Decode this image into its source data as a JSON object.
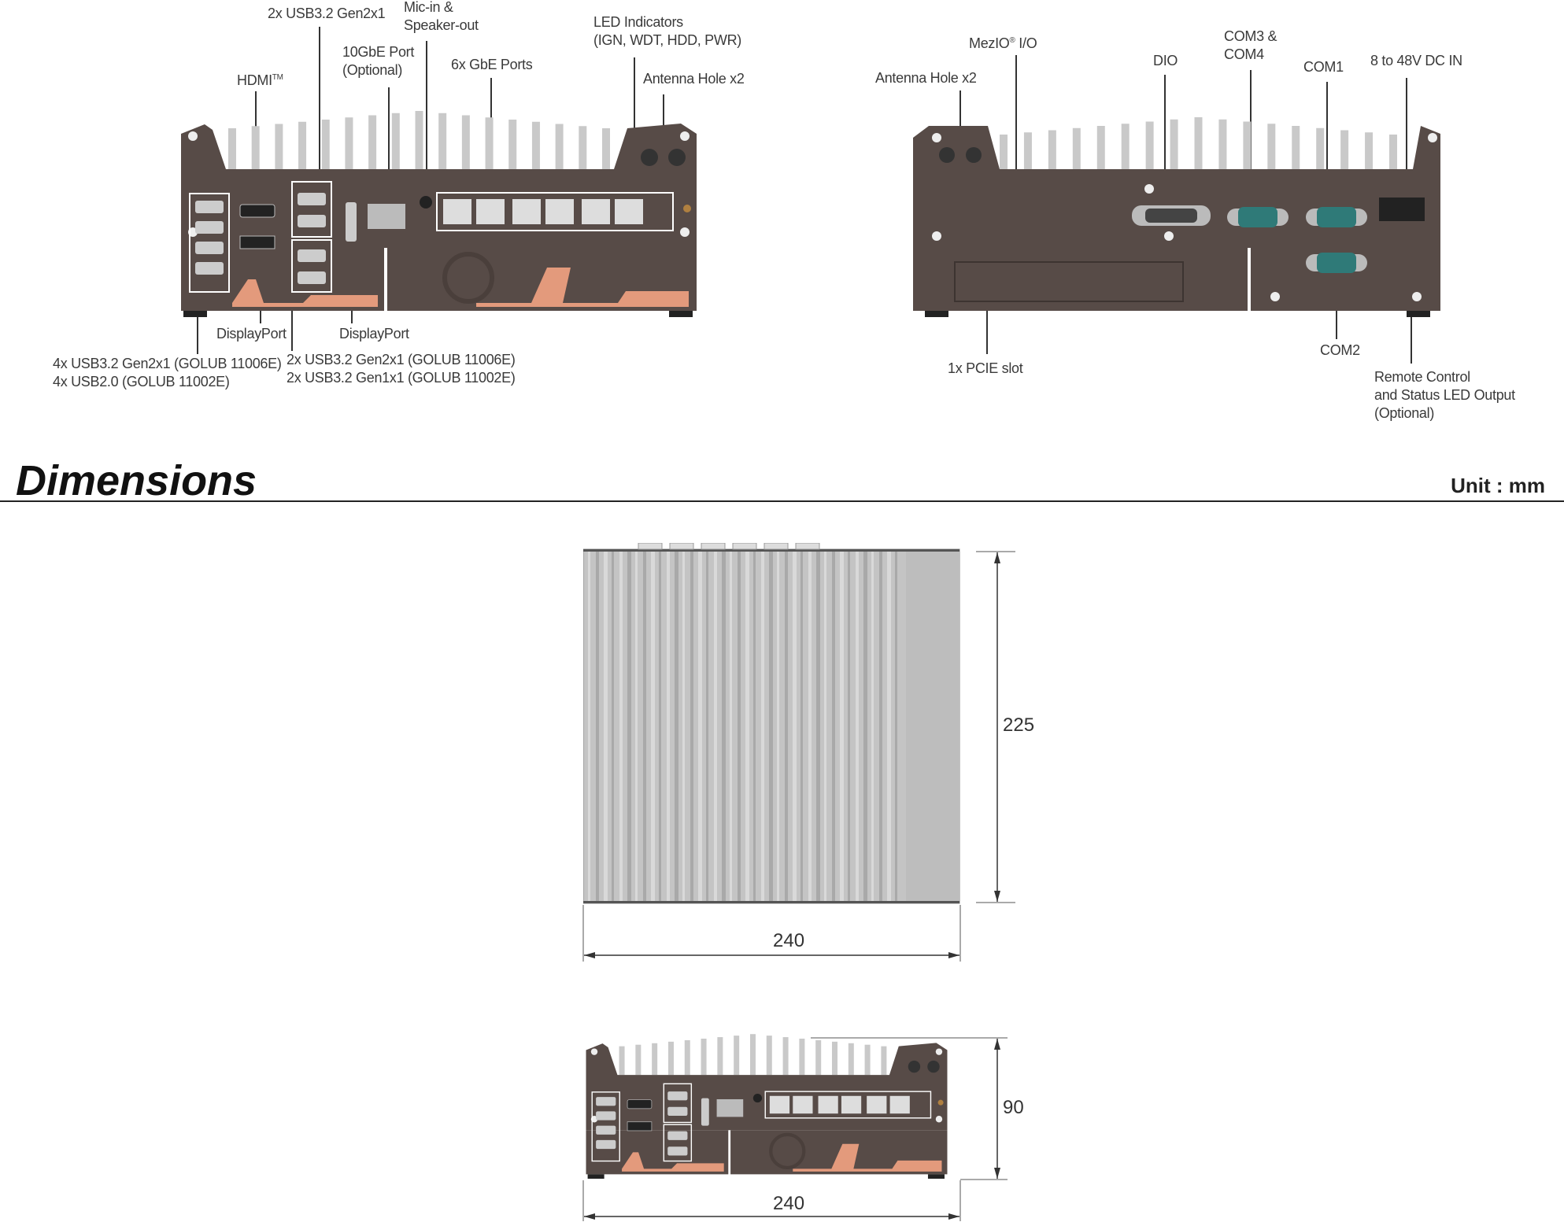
{
  "front_panel": {
    "labels": {
      "usb_top": "2x USB3.2 Gen2x1",
      "mic_1": "Mic-in &",
      "mic_2": "Speaker-out",
      "tengbe_1": "10GbE Port",
      "tengbe_2": "(Optional)",
      "hdmi": "HDMI",
      "hdmi_tm": "TM",
      "gbe": "6x GbE Ports",
      "led_1": "LED Indicators",
      "led_2": "(IGN, WDT, HDD, PWR)",
      "antenna": "Antenna Hole x2",
      "dp_left": "DisplayPort",
      "dp_right": "DisplayPort",
      "usb_left_1": "4x USB3.2 Gen2x1 (GOLUB 11006E)",
      "usb_left_2": "4x USB2.0 (GOLUB 11002E)",
      "usb_mid_1": "2x USB3.2 Gen2x1 (GOLUB 11006E)",
      "usb_mid_2": "2x USB3.2 Gen1x1 (GOLUB 11002E)"
    }
  },
  "rear_panel": {
    "labels": {
      "mezio": "MezIO",
      "mezio_reg": "®",
      "mezio_io": " I/O",
      "antenna": "Antenna Hole x2",
      "dio": "DIO",
      "com34_1": "COM3 &",
      "com34_2": "COM4",
      "com1": "COM1",
      "dcin": "8 to 48V  DC IN",
      "pcie": "1x PCIE slot",
      "com2": "COM2",
      "remote_1": "Remote Control",
      "remote_2": "and Status LED Output",
      "remote_3": "(Optional)"
    }
  },
  "dimensions": {
    "title": "Dimensions",
    "unit": "Unit : mm",
    "top_view": {
      "depth": "225",
      "width": "240"
    },
    "front_view": {
      "height": "90",
      "width": "240"
    }
  },
  "colors": {
    "chassis": "#574b47",
    "fins": "#c9c9c9",
    "accent": "#e39a7c",
    "com_port": "#2f7a78"
  }
}
